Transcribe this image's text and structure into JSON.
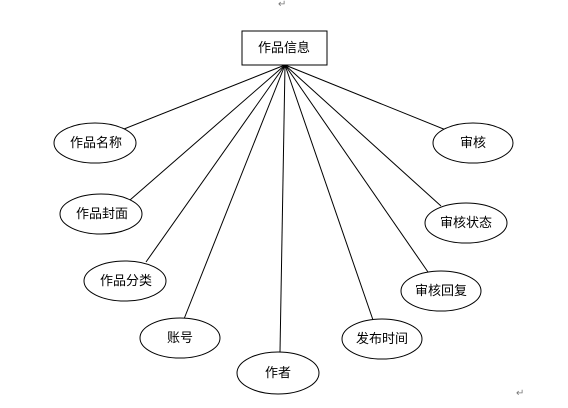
{
  "diagram": {
    "type": "er-diagram",
    "entity": {
      "label": "作品信息"
    },
    "attributes": [
      {
        "key": "name",
        "label": "作品名称"
      },
      {
        "key": "cover",
        "label": "作品封面"
      },
      {
        "key": "category",
        "label": "作品分类"
      },
      {
        "key": "account",
        "label": "账号"
      },
      {
        "key": "author",
        "label": "作者"
      },
      {
        "key": "publish_time",
        "label": "发布时间"
      },
      {
        "key": "review_reply",
        "label": "审核回复"
      },
      {
        "key": "review_status",
        "label": "审核状态"
      },
      {
        "key": "review",
        "label": "审核"
      }
    ],
    "colors": {
      "stroke": "#000000",
      "background": "#ffffff",
      "paragraph_mark": "#7a7a7a"
    },
    "paragraph_mark": "↵"
  }
}
